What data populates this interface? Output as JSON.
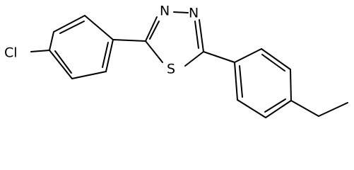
{
  "molecule": {
    "atoms": {
      "chlorine": "Cl",
      "nitrogen_left": "N",
      "nitrogen_right": "N",
      "sulfur": "S"
    },
    "colors": {
      "bond": "#000000",
      "label": "#000000",
      "background": "#ffffff"
    }
  }
}
